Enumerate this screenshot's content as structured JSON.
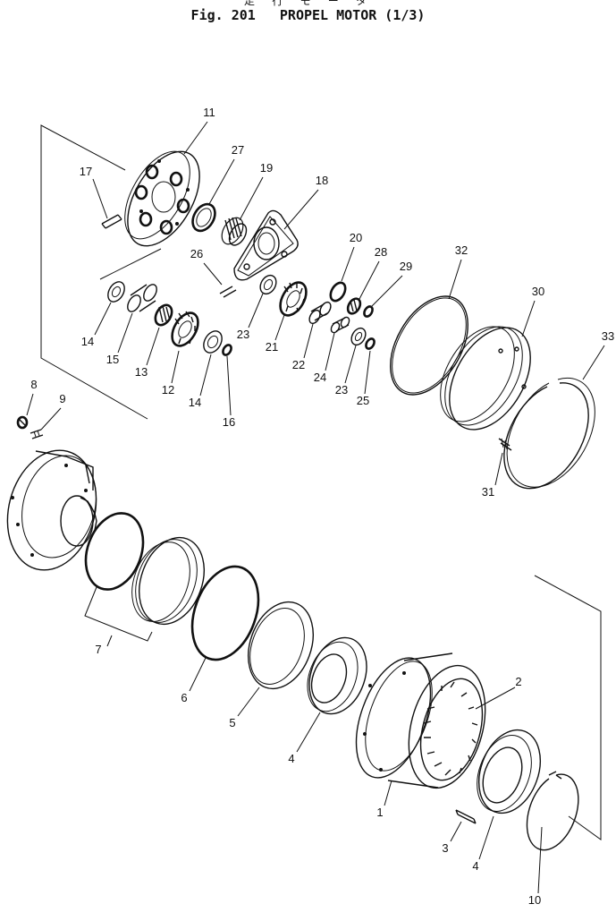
{
  "header": {
    "japanese_title": "走 行 モ ー タ",
    "figure_label": "Fig. 201",
    "title": "PROPEL MOTOR",
    "page_fraction": "(1/3)"
  },
  "callouts": [
    "1",
    "2",
    "3",
    "4",
    "4",
    "5",
    "6",
    "7",
    "8",
    "9",
    "10",
    "11",
    "12",
    "13",
    "14",
    "14",
    "15",
    "16",
    "17",
    "18",
    "19",
    "20",
    "21",
    "22",
    "23",
    "23",
    "24",
    "25",
    "26",
    "27",
    "28",
    "29",
    "30",
    "31",
    "32",
    "33"
  ],
  "parts": [
    "motor-housing",
    "ring-gear",
    "dowel-pin",
    "bearing-upper",
    "bearing-lower",
    "seal-ring",
    "o-ring-large",
    "floating-seal-pair",
    "plug",
    "fitting",
    "snap-ring",
    "carrier",
    "planet-gear-left",
    "needle-bearing-left",
    "thrust-washer-left",
    "thrust-washer-center",
    "spacer-left",
    "retaining-ring-left",
    "pin-17",
    "carrier-plate",
    "sun-gear-19",
    "ring-20",
    "planet-gear-21",
    "spacer-22",
    "washer-23a",
    "washer-23b",
    "spacer-24",
    "ring-25",
    "pin-26",
    "ring-27",
    "bearing-28",
    "ring-29",
    "cover",
    "set-screw-31",
    "o-ring-32",
    "snap-ring-33"
  ]
}
